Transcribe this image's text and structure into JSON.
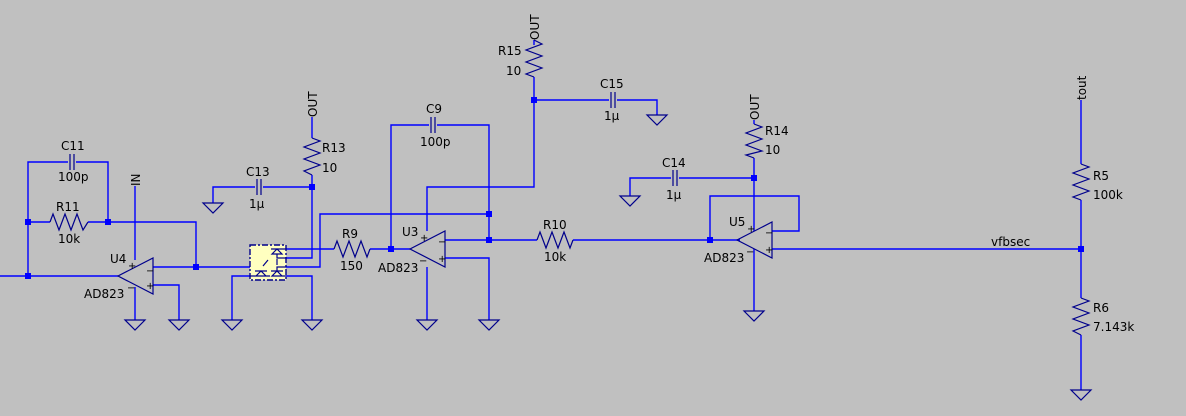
{
  "schematic": {
    "background": "#c0c0c0",
    "wire_color": "#0000ff",
    "symbol_color": "#00008b",
    "opto_fill": "#ffffc0",
    "components": {
      "C11": {
        "ref": "C11",
        "value": "100p"
      },
      "R11": {
        "ref": "R11",
        "value": "10k"
      },
      "U4": {
        "ref": "U4",
        "value": "AD823"
      },
      "C13": {
        "ref": "C13",
        "value": "1µ"
      },
      "R13": {
        "ref": "R13",
        "value": "10"
      },
      "R9": {
        "ref": "R9",
        "value": "150"
      },
      "C9": {
        "ref": "C9",
        "value": "100p"
      },
      "U3": {
        "ref": "U3",
        "value": "AD823"
      },
      "R15": {
        "ref": "R15",
        "value": "10"
      },
      "C15": {
        "ref": "C15",
        "value": "1µ"
      },
      "R10": {
        "ref": "R10",
        "value": "10k"
      },
      "C14": {
        "ref": "C14",
        "value": "1µ"
      },
      "R14": {
        "ref": "R14",
        "value": "10"
      },
      "U5": {
        "ref": "U5",
        "value": "AD823"
      },
      "R5": {
        "ref": "R5",
        "value": "100k"
      },
      "R6": {
        "ref": "R6",
        "value": "7.143k"
      }
    },
    "net_labels": {
      "in": "IN",
      "out1": "OUT",
      "out2": "OUT",
      "out3": "OUT",
      "tout": "tout",
      "vfbsec": "vfbsec"
    },
    "pin_marks": {
      "plus": "+",
      "minus": "−"
    }
  }
}
